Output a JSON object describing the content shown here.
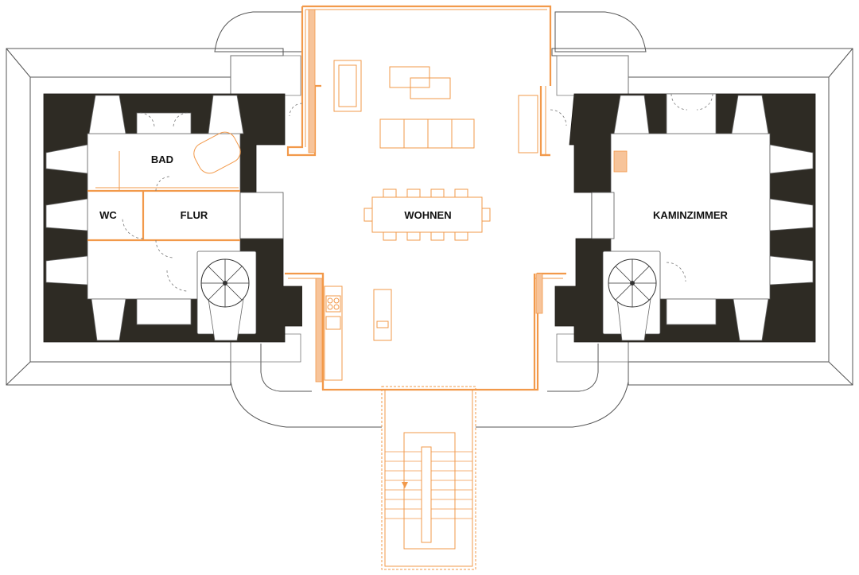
{
  "plan": {
    "rooms": {
      "bad": "BAD",
      "wc": "WC",
      "flur": "FLUR",
      "wohnen": "WOHNEN",
      "kaminzimmer": "KAMINZIMMER"
    },
    "colors": {
      "masonry": "#2e2b24",
      "new_construction": "#f2994a",
      "existing_outline": "#555555",
      "background": "#ffffff"
    }
  }
}
